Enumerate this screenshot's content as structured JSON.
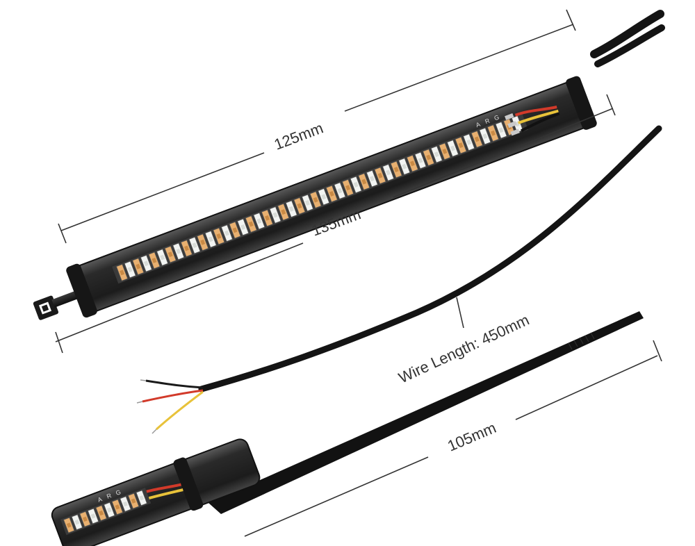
{
  "labels": {
    "strip_length": "125mm",
    "overall_length": "135mm",
    "wire_length": "Wire Length: 450mm",
    "tie_length": "105mm"
  },
  "strip_markings": [
    "A",
    "R",
    "G"
  ],
  "colors": {
    "housing": "#2b2b2b",
    "housing_edge": "#111111",
    "led_amber": "#e8b070",
    "led_white": "#f2f4f2",
    "pcb_amber_accent": "#c98a45",
    "cable": "#141414",
    "wire_black": "#1a1a1a",
    "wire_red": "#d23a2a",
    "wire_yellow": "#e8c23a",
    "dimension_lines": "#333333"
  },
  "icons": {
    "strip": "led-light-strip",
    "cable_tie": "cable-tie",
    "wires": "stripped-wire-ends"
  }
}
